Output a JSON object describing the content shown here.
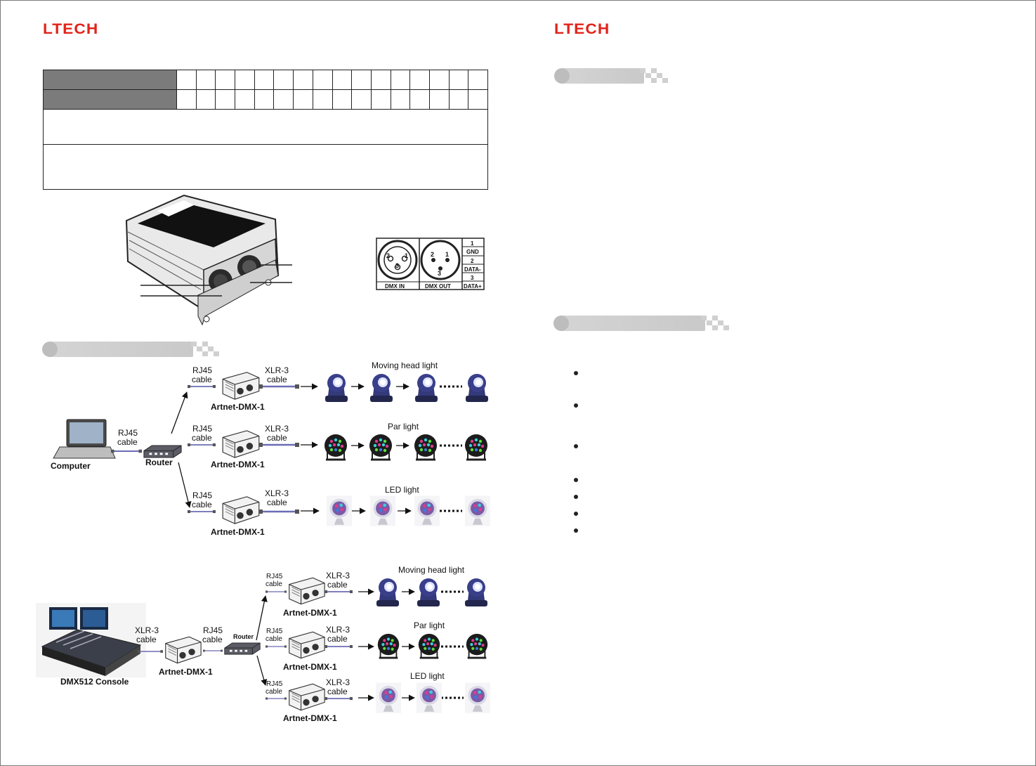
{
  "header": {
    "logo_left": "LTECH",
    "logo_right": "LTECH"
  },
  "pinout": {
    "dmx_in": "DMX IN",
    "dmx_out": "DMX OUT",
    "pin_labels": [
      "1",
      "GND",
      "2",
      "DATA-",
      "3",
      "DATA+"
    ],
    "socket_left_pins": [
      "2",
      "1",
      "3"
    ],
    "socket_right_pins": [
      "2",
      "1",
      "3"
    ]
  },
  "diagram1": {
    "computer": "Computer",
    "router": "Router",
    "rj45_pc": [
      "RJ45",
      "cable"
    ],
    "branches": [
      {
        "rj45": [
          "RJ45",
          "cable"
        ],
        "xlr": [
          "XLR-3",
          "cable"
        ],
        "device": "Artnet-DMX-1",
        "light": "Moving head light"
      },
      {
        "rj45": [
          "RJ45",
          "cable"
        ],
        "xlr": [
          "XLR-3",
          "cable"
        ],
        "device": "Artnet-DMX-1",
        "light": "Par light"
      },
      {
        "rj45": [
          "RJ45",
          "cable"
        ],
        "xlr": [
          "XLR-3",
          "cable"
        ],
        "device": "Artnet-DMX-1",
        "light": "LED light"
      }
    ]
  },
  "diagram2": {
    "console": "DMX512 Console",
    "xlr_in": [
      "XLR-3",
      "cable"
    ],
    "rj45_in": [
      "RJ45",
      "cable"
    ],
    "device_in": "Artnet-DMX-1",
    "router": "Router",
    "branches": [
      {
        "rj45": [
          "RJ45",
          "cable"
        ],
        "xlr": [
          "XLR-3",
          "cable"
        ],
        "device": "Artnet-DMX-1",
        "light": "Moving head light"
      },
      {
        "rj45": [
          "RJ45",
          "cable"
        ],
        "xlr": [
          "XLR-3",
          "cable"
        ],
        "device": "Artnet-DMX-1",
        "light": "Par light"
      },
      {
        "rj45": [
          "RJ45",
          "cable"
        ],
        "xlr": [
          "XLR-3",
          "cable"
        ],
        "device": "Artnet-DMX-1",
        "light": "LED light"
      }
    ]
  },
  "colors": {
    "logo": "#e2231a",
    "table_header": "#7b7b7b",
    "section_header": "#c9c9c9",
    "light_body": "#2b2f73",
    "cable": "#6b6bb5"
  }
}
